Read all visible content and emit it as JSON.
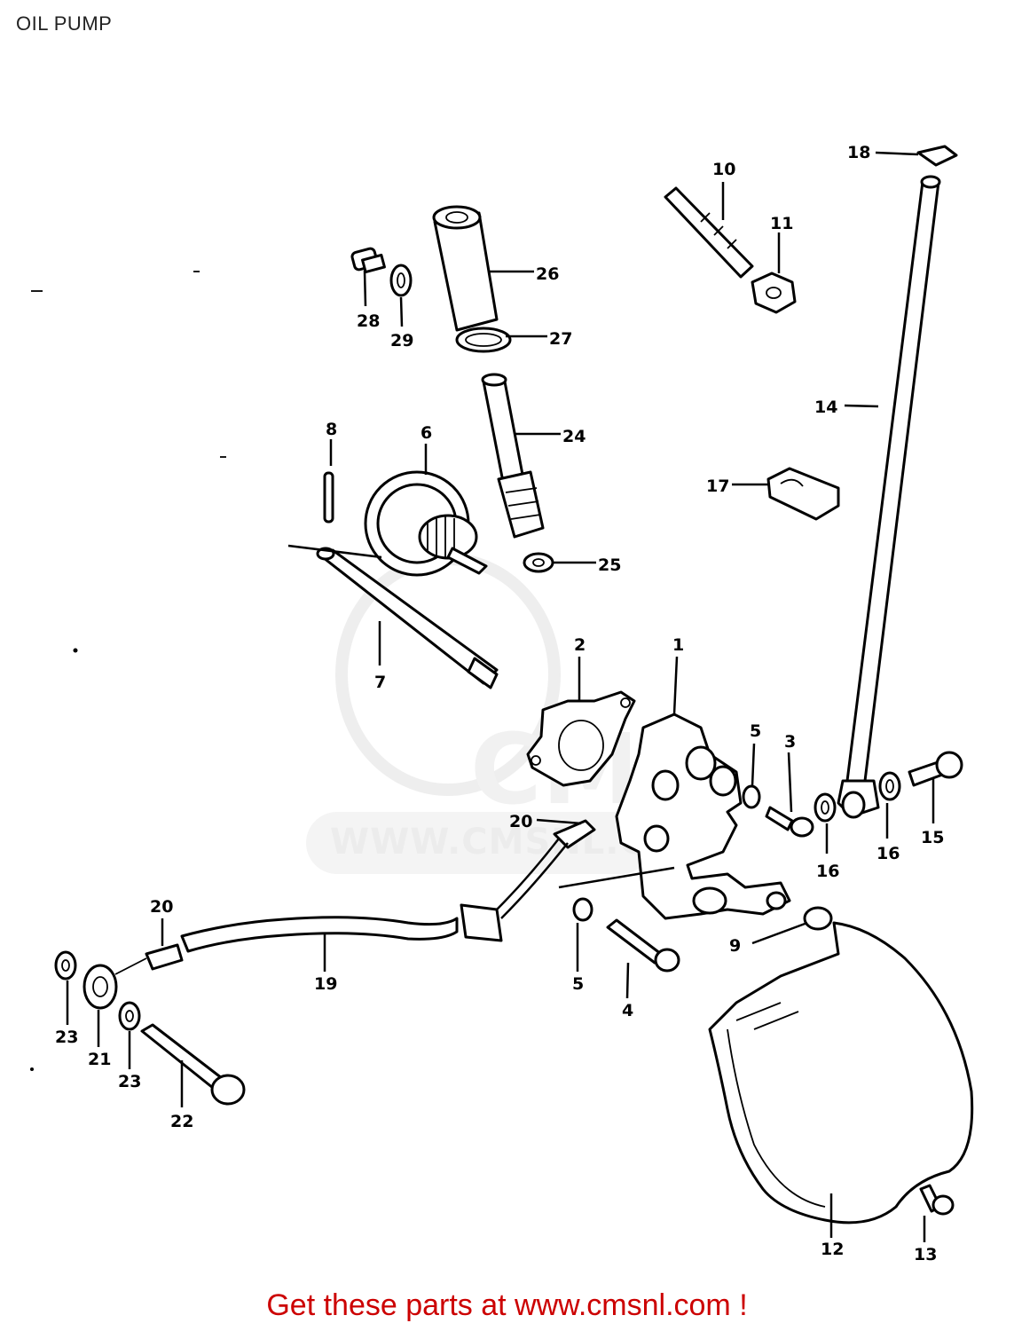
{
  "page": {
    "title": "OIL PUMP",
    "footer": "Get these parts at www.cmsnl.com !",
    "watermark": "WWW.CMSNL.COM",
    "watermark_logo": "CMS",
    "footer_color": "#cc0000"
  },
  "callouts": {
    "c1": "1",
    "c2": "2",
    "c3": "3",
    "c4": "4",
    "c5a": "5",
    "c5b": "5",
    "c6": "6",
    "c7": "7",
    "c8": "8",
    "c9": "9",
    "c10": "10",
    "c11": "11",
    "c12": "12",
    "c13": "13",
    "c14": "14",
    "c15": "15",
    "c16a": "16",
    "c16b": "16",
    "c17": "17",
    "c18": "18",
    "c19": "19",
    "c20a": "20",
    "c20b": "20",
    "c21": "21",
    "c22": "22",
    "c23a": "23",
    "c23b": "23",
    "c24": "24",
    "c25": "25",
    "c26": "26",
    "c27": "27",
    "c28": "28",
    "c29": "29"
  }
}
